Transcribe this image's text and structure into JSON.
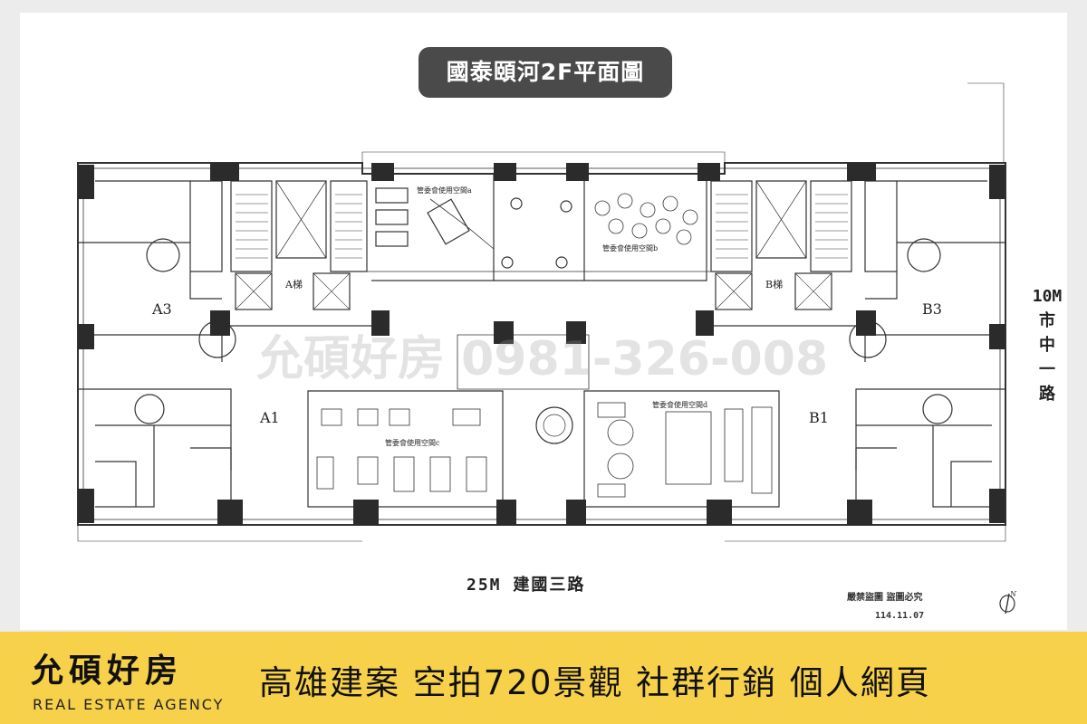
{
  "title": "國泰頤河2F平面圖",
  "watermark": "允碩好房 0981-326-008",
  "streets": {
    "bottom": "25M  建國三路",
    "right": [
      "10M",
      "市",
      "中",
      "一",
      "路"
    ]
  },
  "units": {
    "a3": "A3",
    "a1": "A1",
    "b3": "B3",
    "b1": "B1",
    "elevator_a": "A梯",
    "elevator_b": "B梯"
  },
  "spaces": {
    "a": "管委會使用空間a",
    "b": "管委會使用空間b",
    "c": "管委會使用空間c",
    "d": "管委會使用空間d"
  },
  "notice": {
    "warning": "嚴禁盜圖 盜圖必究",
    "date": "114.11.07"
  },
  "compass_label": "N",
  "banner": {
    "brand": "允碩好房",
    "brand_sub": "REAL ESTATE AGENCY",
    "tagline": "高雄建案 空拍720景觀  社群行銷  個人網頁",
    "color": "#f7d14a"
  }
}
